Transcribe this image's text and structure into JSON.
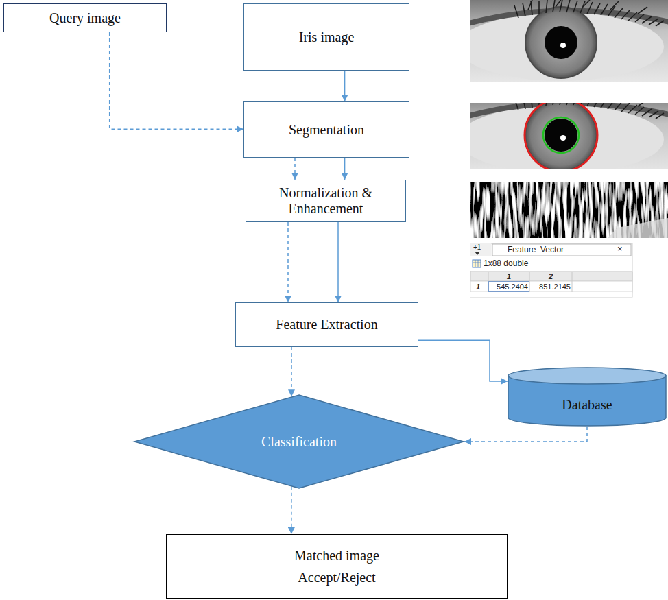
{
  "diagram": {
    "nodes": [
      {
        "text": [
          "Query image"
        ]
      },
      {
        "text": [
          "Iris image"
        ]
      },
      {
        "text": [
          "Segmentation"
        ]
      },
      {
        "text": [
          "Normalization & Enhancement"
        ]
      },
      {
        "text": [
          "Feature Extraction"
        ]
      },
      {
        "text": [
          "Database"
        ]
      },
      {
        "text": [
          "Classification"
        ]
      },
      {
        "text": [
          "Matched image Accept/Reject"
        ]
      }
    ],
    "edges": [
      {
        "from": 0,
        "to": 2,
        "arrow": "to"
      },
      {
        "from": 1,
        "to": 2,
        "arrow": "to"
      },
      {
        "from": 2,
        "to": 3,
        "arrow": "to"
      },
      {
        "from": 2,
        "to": 3,
        "arrow": "to"
      },
      {
        "from": 3,
        "to": 4,
        "arrow": "to"
      },
      {
        "from": 3,
        "to": 4,
        "arrow": "to"
      },
      {
        "from": 4,
        "to": 5,
        "arrow": "to"
      },
      {
        "from": 4,
        "to": 6,
        "arrow": "to"
      },
      {
        "from": 5,
        "to": 6,
        "arrow": "to"
      },
      {
        "from": 6,
        "to": 7,
        "arrow": "to"
      }
    ],
    "labels": [
      "+1",
      "Feature_Vector",
      "×",
      "1x88 double",
      "1",
      "2",
      "1",
      "545.2404",
      "851.2145"
    ]
  }
}
